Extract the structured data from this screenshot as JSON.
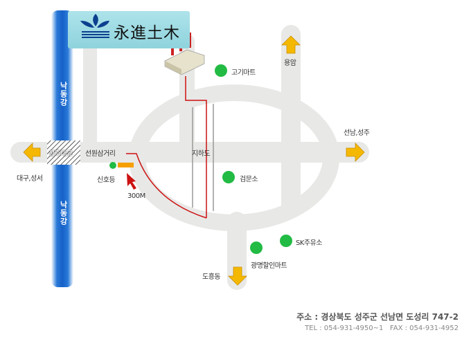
{
  "company": {
    "name": "永進土木"
  },
  "places": {
    "gogi_mart": "고기마트",
    "yongam": "용암",
    "jihado": "지하도",
    "seonnam_seongju": "선남,성주",
    "seongju_bridge": "성주대교",
    "seonwon_junction": "선원삼거리",
    "daegu_seongseo": "대구,성서",
    "sinhodeung": "신호등",
    "distance": "300M",
    "geommunso": "검문소",
    "sk_station": "SK주유소",
    "gwangmyeong_mart": "광명할인마트",
    "doheungdong": "도흥동",
    "river_upper": "낙동강",
    "river_lower": "낙동강"
  },
  "footer": {
    "address": "주소 : 경상북도 성주군 선남면 도성리 747-2",
    "contact": "TEL : 054-931-4950~1   FAX : 054-931-4952"
  },
  "colors": {
    "road": "#e8e8e6",
    "river": "#1e6fd0",
    "route": "#cc1111",
    "arrow": "#f5b800",
    "marker": "#22bb44"
  }
}
